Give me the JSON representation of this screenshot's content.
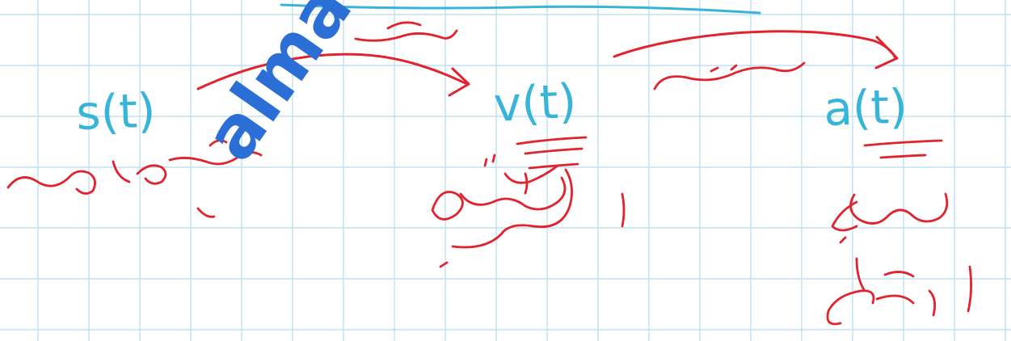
{
  "colors": {
    "paper": "#ffffff",
    "grid": "#bfe0ef",
    "function_ink": "#39b4d9",
    "annotation_ink": "#e1232e",
    "watermark": "#2b6fd6"
  },
  "functions": {
    "position": "s(t)",
    "velocity": "v(t)",
    "acceleration": "a(t)"
  },
  "watermark": {
    "text": "alma"
  },
  "icons": [
    "derivative-arrow-icon"
  ]
}
